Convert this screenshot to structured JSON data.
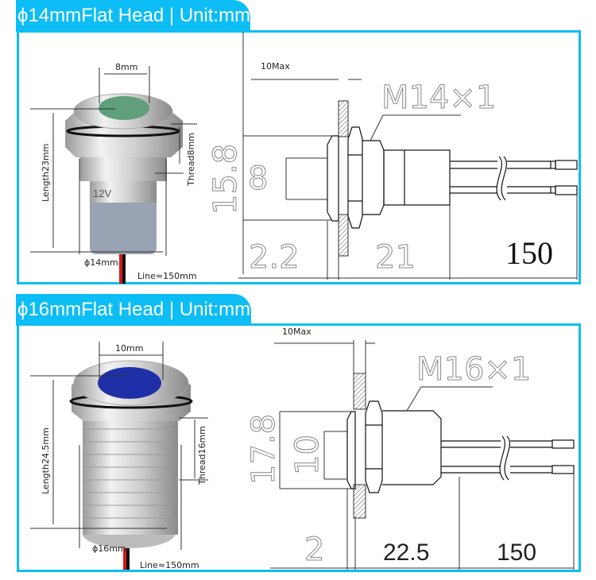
{
  "panels": [
    {
      "title": "ϕ14mmFlat Head | Unit:mm",
      "photo": {
        "lens": "8mm",
        "length": "Length23mm",
        "thread": "Thread8mm",
        "diameter": "ϕ14mm",
        "line": "Line≈150mm",
        "voltage": "12V"
      },
      "drawing": {
        "max": "10Max",
        "thread_spec": "M14×1",
        "height": "15.8",
        "lens": "8",
        "bezel": "2.2",
        "body": "21",
        "wire": "150"
      },
      "colors": {
        "lens": "#5f9f7c",
        "body": "#9aa3b3"
      }
    },
    {
      "title": "ϕ16mmFlat Head | Unit:mm",
      "photo": {
        "lens": "10mm",
        "length": "Length24.5mm",
        "thread": "Thread16mm",
        "diameter": "ϕ16mm",
        "line": "Line≈150mm"
      },
      "drawing": {
        "max": "10Max",
        "thread_spec": "M16×1",
        "height": "17.8",
        "lens": "10",
        "bezel": "2",
        "body": "22.5",
        "wire": "150"
      },
      "colors": {
        "lens": "#1e2fa8",
        "body": "#c8cacc"
      }
    }
  ],
  "accent": "#0dbdf5"
}
